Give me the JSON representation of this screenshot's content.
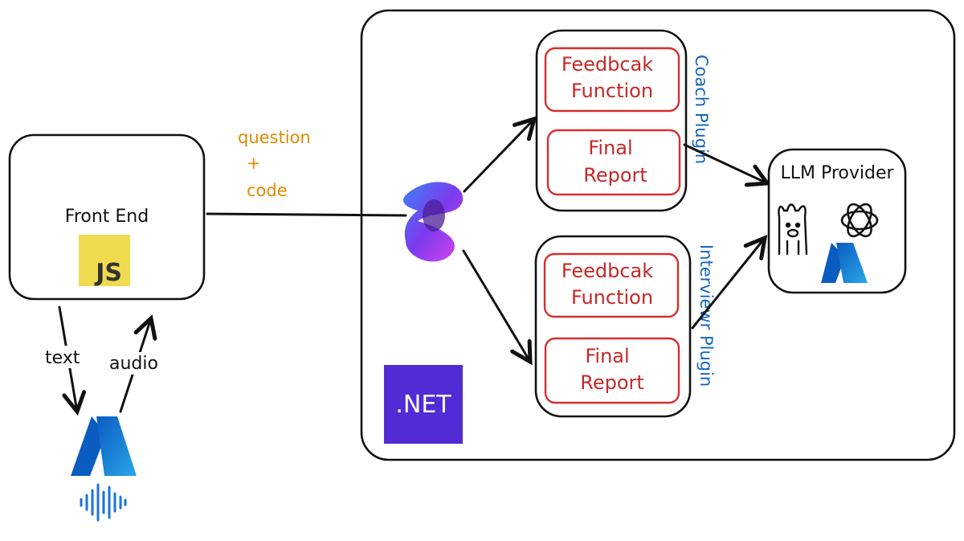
{
  "front_end": {
    "label": "Front End",
    "js_badge": "JS"
  },
  "flow": {
    "question": "question",
    "plus": "+",
    "code": "code",
    "text": "text",
    "audio": "audio"
  },
  "coach_plugin": {
    "label": "Coach Plugin",
    "function_line1": "Feedbcak",
    "function_line2": "Function",
    "report_line1": "Final",
    "report_line2": "Report"
  },
  "interview_plugin": {
    "label": "Interviewr Plugin",
    "function_line1": "Feedbcak",
    "function_line2": "Function",
    "report_line1": "Final",
    "report_line2": "Report"
  },
  "llm_provider": {
    "label": "LLM Provider"
  },
  "dotnet": {
    "label": ".NET"
  },
  "colors": {
    "dotnet": "#512bd4",
    "js": "#f0db4f",
    "plugin_label": "#1565c0",
    "function_text": "#c62828",
    "flow_text": "#e08a00"
  },
  "icons": [
    "javascript-logo",
    "azure-speech-icon",
    "semantic-kernel-logo",
    "dotnet-logo",
    "llama-icon",
    "openai-icon",
    "azure-logo"
  ]
}
